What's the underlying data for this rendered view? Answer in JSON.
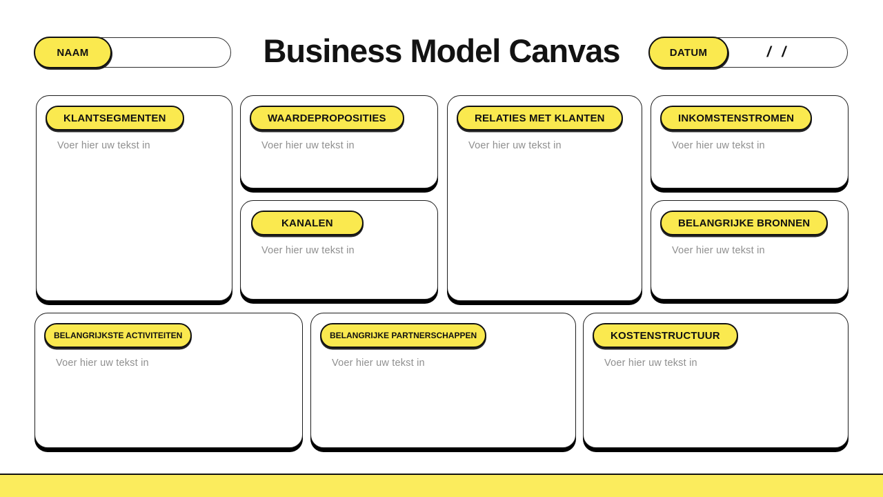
{
  "header": {
    "name_label": "NAAM",
    "name_value": "",
    "title": "Business Model Canvas",
    "date_label": "DATUM",
    "date_value": "/ /"
  },
  "colors": {
    "accent_yellow": "#FAE94F",
    "footer_yellow": "#FBEC5D",
    "ink": "#111111",
    "placeholder_gray": "#8F8F8F"
  },
  "cards": [
    {
      "id": "klantsegmenten",
      "label": "KLANTSEGMENTEN",
      "placeholder": "Voer hier uw tekst in"
    },
    {
      "id": "waardeproposities",
      "label": "WAARDEPROPOSITIES",
      "placeholder": "Voer hier uw tekst in"
    },
    {
      "id": "kanalen",
      "label": "KANALEN",
      "placeholder": "Voer hier uw tekst in"
    },
    {
      "id": "relaties",
      "label": "RELATIES MET KLANTEN",
      "placeholder": "Voer hier uw tekst in"
    },
    {
      "id": "inkomsten",
      "label": "INKOMSTENSTROMEN",
      "placeholder": "Voer hier uw tekst in"
    },
    {
      "id": "bronnen",
      "label": "BELANGRIJKE BRONNEN",
      "placeholder": "Voer hier uw tekst in"
    },
    {
      "id": "activiteiten",
      "label": "BELANGRIJKSTE ACTIVITEITEN",
      "placeholder": "Voer hier uw tekst in"
    },
    {
      "id": "partnerschappen",
      "label": "BELANGRIJKE PARTNERSCHAPPEN",
      "placeholder": "Voer hier uw tekst in"
    },
    {
      "id": "kosten",
      "label": "KOSTENSTRUCTUUR",
      "placeholder": "Voer hier uw tekst in"
    }
  ]
}
